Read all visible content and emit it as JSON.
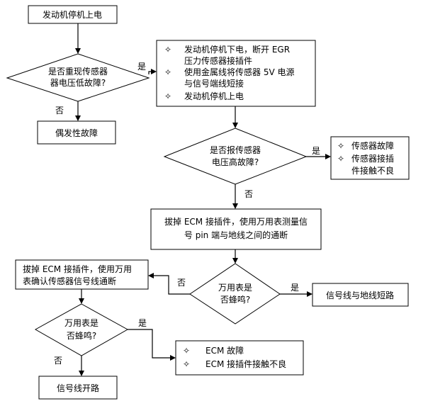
{
  "nodes": {
    "start": "发动机停机上电",
    "q1": [
      "是否重现传感器",
      "器电压低故障?"
    ],
    "intermittent": "偶发性故障",
    "steps1": [
      [
        "发动机停机下电，断开 EGR",
        "压力传感器接插件"
      ],
      [
        "使用金属线将传感器 5V 电源",
        "与信号端线短接"
      ],
      [
        "发动机停机上电"
      ]
    ],
    "q2": [
      "是否报传感器",
      "电压高故障?"
    ],
    "sensor_faults": [
      [
        "传感器故障"
      ],
      [
        "传感器接插",
        "件接触不良"
      ]
    ],
    "check_ecm": [
      "拔掉 ECM 接插件，使用万用表测量信",
      "号 pin 端与地线之间的通断"
    ],
    "q3": [
      "万用表是",
      "否蜂鸣?"
    ],
    "short_to_ground": "信号线与地线短路",
    "check_signal": [
      "拔掉 ECM 接插件，使用万用",
      "表确认传感器信号线通断"
    ],
    "q4": [
      "万用表是",
      "否蜂鸣?"
    ],
    "ecm_faults": [
      "ECM 故障",
      "ECM 接插件接触不良"
    ],
    "open_circuit": "信号线开路"
  },
  "edge_labels": {
    "yes": "是",
    "no": "否"
  },
  "bullet_glyph": "✧"
}
